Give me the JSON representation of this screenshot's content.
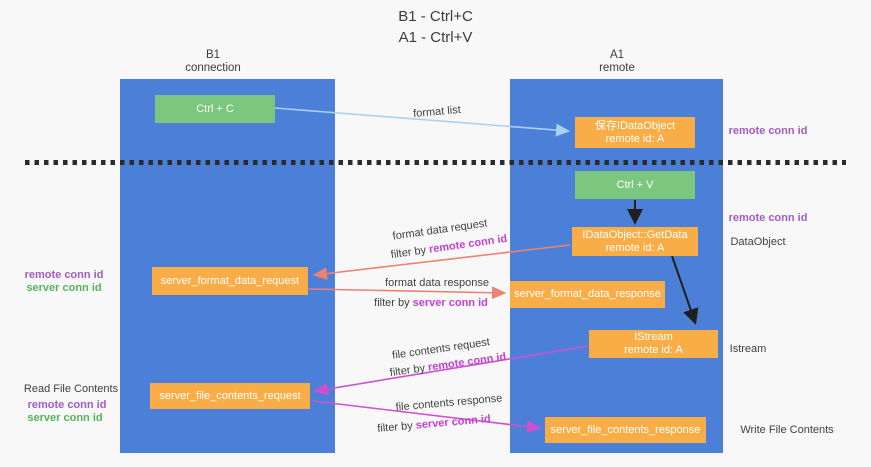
{
  "title": {
    "line1": "B1 - Ctrl+C",
    "line2": "A1 - Ctrl+V"
  },
  "columns": {
    "left": {
      "header_line1": "B1",
      "header_line2": "connection"
    },
    "right": {
      "header_line1": "A1",
      "header_line2": "remote"
    }
  },
  "nodes": {
    "ctrl_c": "Ctrl + C",
    "ctrl_v": "Ctrl + V",
    "save_idataobject": {
      "line1": "保存IDataObject",
      "line2": "remote id: A"
    },
    "getdata": {
      "line1": "IDataObject::GetData",
      "line2": "remote id: A"
    },
    "istream": {
      "line1": "IStream",
      "line2": "remote id: A"
    },
    "format_request": "server_format_data_request",
    "format_response": "server_format_data_response",
    "file_request": "server_file_contents_request",
    "file_response": "server_file_contents_response"
  },
  "labels": {
    "format_list": "format list",
    "format_data_request": "format data request",
    "format_data_response": "format data response",
    "file_contents_request": "file contents request",
    "file_contents_response": "file contents response",
    "filter_by": "filter by ",
    "remote_conn_id": "remote conn id",
    "server_conn_id": "server conn id",
    "dataobject": "DataObject",
    "istream_side": "Istream",
    "read_file_contents": "Read File Contents",
    "write_file_contents": "Write File Contents"
  },
  "colors": {
    "lifeline_blue": "#4c80d8",
    "node_green": "#7cc77e",
    "node_orange": "#f9ad46",
    "accent_purple": "#a35bc4",
    "accent_magenta": "#c241d3",
    "accent_green": "#57b35a",
    "arrow_salmon": "#ee8173",
    "arrow_magenta": "#ce50ce",
    "arrow_lightblue": "#a8d2f0",
    "arrow_black": "#1f1f1f"
  }
}
